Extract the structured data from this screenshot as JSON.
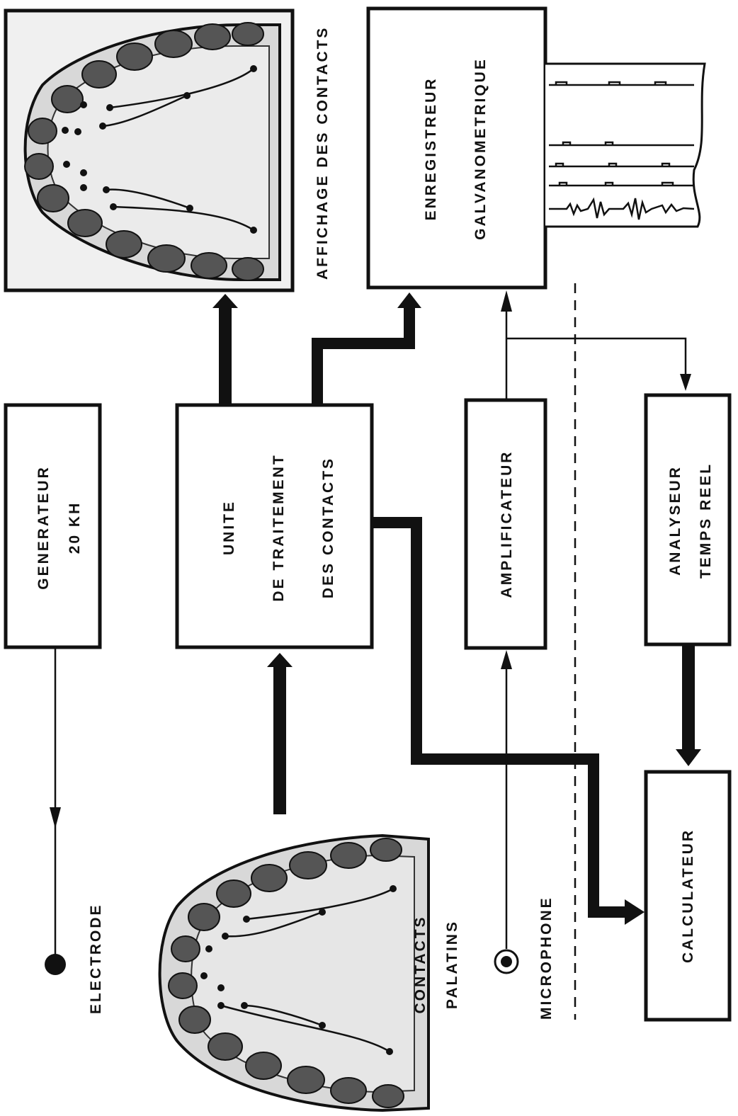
{
  "blocks": {
    "generator": [
      "GENERATEUR",
      "20  KH"
    ],
    "unit": [
      "UNITE",
      "DE TRAITEMENT",
      "DES CONTACTS"
    ],
    "amplifier": "AMPLIFICATEUR",
    "analyzer": [
      "ANALYSEUR",
      "TEMPS REEL"
    ],
    "calculator": "CALCULATEUR",
    "recorder": [
      "ENREGISTREUR",
      "GALVANOMETRIQUE"
    ]
  },
  "labels": {
    "display": "AFFICHAGE  DES  CONTACTS",
    "electrode": "ELECTRODE",
    "palate": [
      "CONTACTS",
      "PALATINS"
    ],
    "microphone": "MICROPHONE"
  },
  "colors": {
    "ink": "#111111",
    "paper": "#ffffff",
    "photo": "#d8d8d8"
  }
}
